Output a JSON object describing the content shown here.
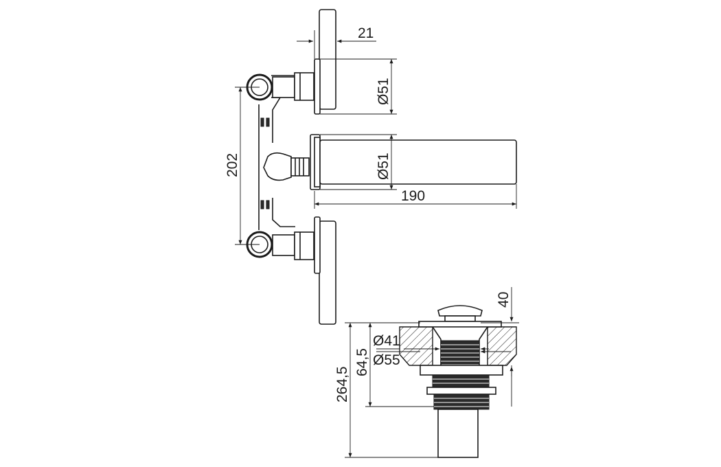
{
  "dimensions": {
    "top_offset": "21",
    "upper_diameter": "Ø51",
    "spout_diameter": "Ø51",
    "spout_length": "190",
    "axis_distance": "202",
    "waste_height": "40",
    "waste_outer_diameter": "Ø41",
    "waste_inner_diameter": "Ø55",
    "waste_mid": "64,5",
    "waste_total": "264,5"
  }
}
